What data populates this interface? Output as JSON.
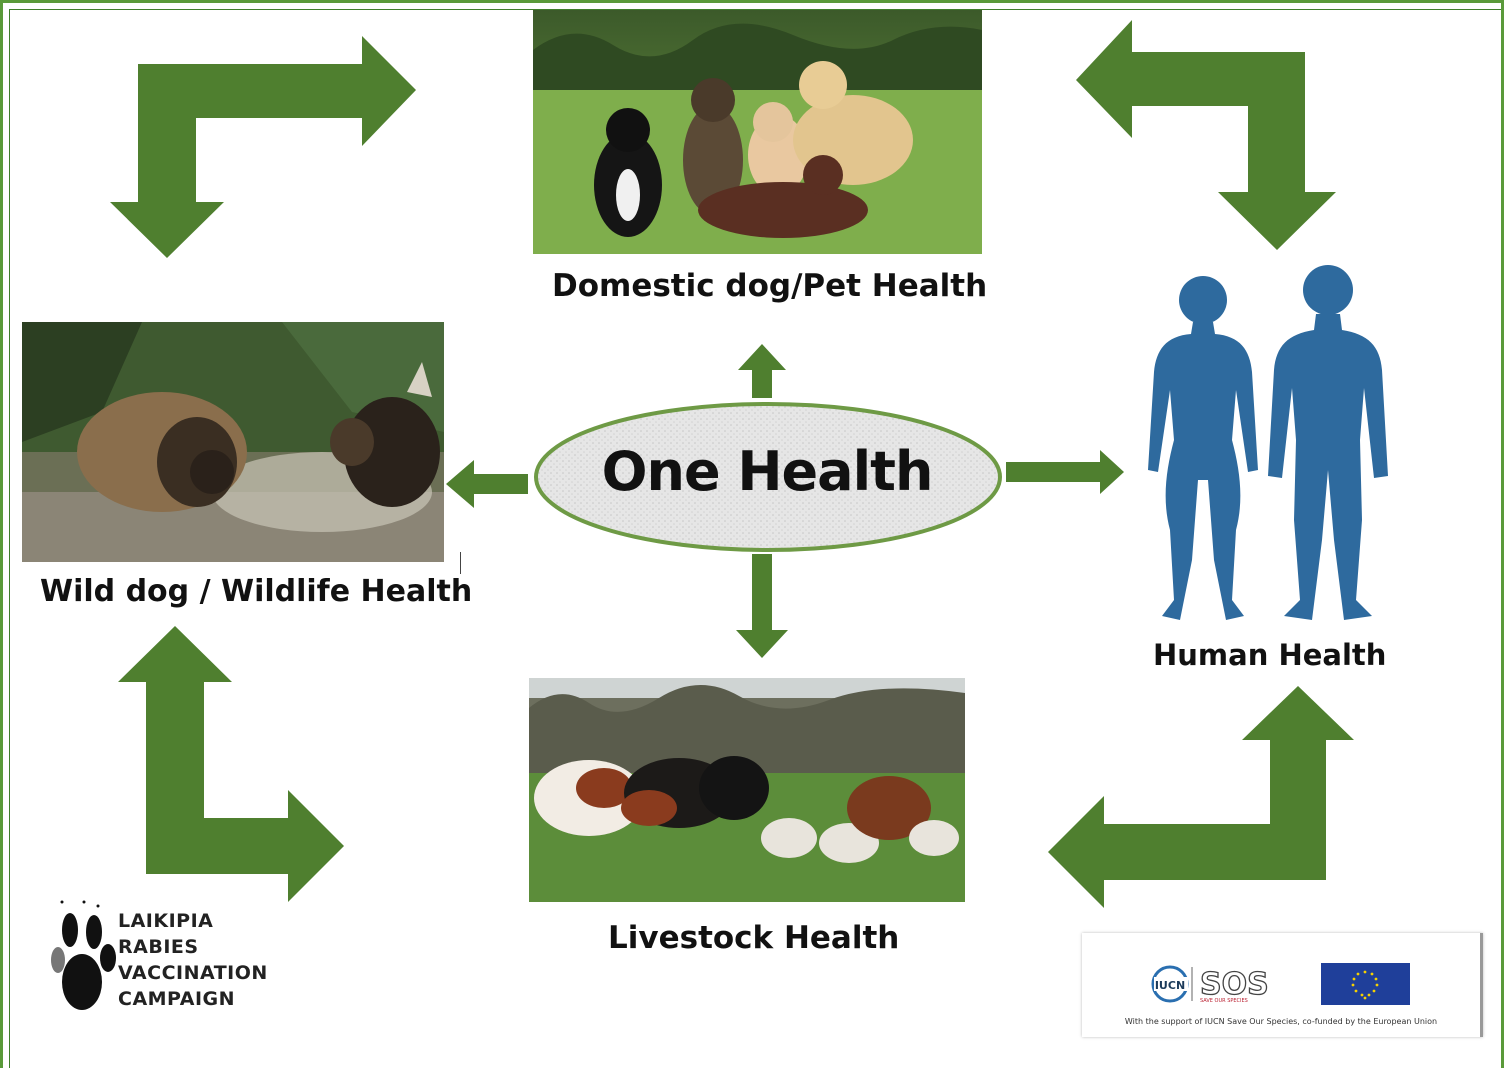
{
  "diagram": {
    "center_label": "One Health",
    "nodes": {
      "domestic": {
        "caption": "Domestic dog/Pet Health"
      },
      "wildlife": {
        "caption": "Wild dog / Wildlife Health"
      },
      "human": {
        "caption": "Human Health"
      },
      "livestock": {
        "caption": "Livestock Health"
      }
    }
  },
  "logos": {
    "laikipia": {
      "lines": [
        "LAIKIPIA",
        "RABIES",
        "VACCINATION",
        "CAMPAIGN"
      ]
    },
    "sponsor": {
      "iucn": "IUCN",
      "sos": "SOS",
      "sos_sub": "SAVE OUR SPECIES",
      "note": "With the support of IUCN Save Our Species, co-funded by the European Union"
    }
  },
  "colors": {
    "arrow_green": "#4f7f2f",
    "human_blue": "#2e6a9e",
    "ellipse_border": "#6e9a45"
  }
}
